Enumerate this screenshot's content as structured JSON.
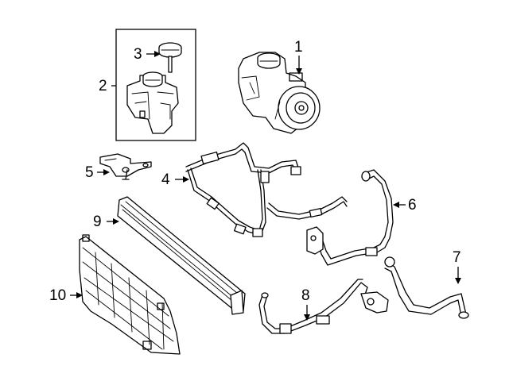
{
  "diagram": {
    "background": "#ffffff",
    "line_color": "#000000",
    "callouts": [
      {
        "id": "1",
        "text": "1"
      },
      {
        "id": "2",
        "text": "2"
      },
      {
        "id": "3",
        "text": "3"
      },
      {
        "id": "4",
        "text": "4"
      },
      {
        "id": "5",
        "text": "5"
      },
      {
        "id": "6",
        "text": "6"
      },
      {
        "id": "7",
        "text": "7"
      },
      {
        "id": "8",
        "text": "8"
      },
      {
        "id": "9",
        "text": "9"
      },
      {
        "id": "10",
        "text": "10"
      }
    ]
  }
}
